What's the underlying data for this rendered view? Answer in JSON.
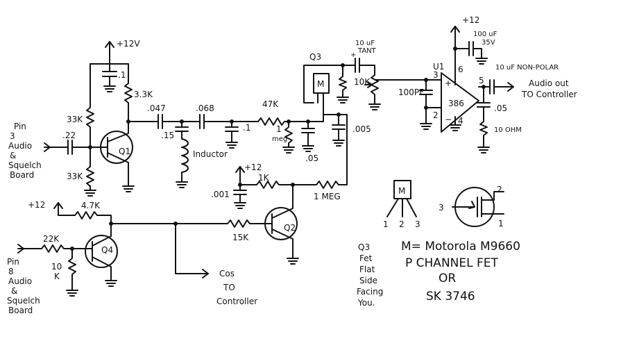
{
  "supply": {
    "plus12v": "+12V",
    "plus12": "+12",
    "plus12_q2": "+12",
    "plus12_u1": "+12"
  },
  "inputs": {
    "pin3": [
      "Pin",
      "3",
      "Audio",
      "&",
      "Squelch",
      "Board"
    ],
    "pin8": [
      "Pin",
      "8",
      "Audio",
      "&",
      "Squelch",
      "Board"
    ]
  },
  "components": {
    "c_01": ".1",
    "r_33k": "3.3K",
    "r_33k_top": "33K",
    "r_33k_bot": "33K",
    "c_22": ".22",
    "q1": "Q1",
    "c_047": ".047",
    "c_15": ".15",
    "inductor": "Inductor",
    "c_068": ".068",
    "c_01b": ".1",
    "r_47k": "47K",
    "r_1meg": "1",
    "r_1meg_b": "meg",
    "c_05": ".05",
    "c_005": ".005",
    "q3": "Q3",
    "q3_m": "M",
    "cap_tant": "10 uF",
    "cap_tant_b": "TANT",
    "pot_10k": "10K",
    "c_100pf": "100PF",
    "u1": "U1",
    "u1_part": "386",
    "cap_100uf": "100 uF",
    "cap_35v": "35V",
    "cap_nonpolar": "10 uF NON-POLAR",
    "c_05b": ".05",
    "r_10ohm": "10 OHM",
    "r_1k": "1K",
    "c_001": ".001",
    "r_1meg2": "1 MEG",
    "r_47k_q4": "4.7K",
    "r_22k": "22K",
    "r_10k_a": "10",
    "r_10k_b": "K",
    "q4": "Q4",
    "r_15k": "15K",
    "q2": "Q2"
  },
  "u1_pins": {
    "p3": "3",
    "p2": "2",
    "p6": "6",
    "p5": "5",
    "p4": "4"
  },
  "outputs": {
    "audio_out": [
      "Audio out",
      "TO Controller"
    ],
    "cos": [
      "Cos",
      "TO",
      "Controller"
    ]
  },
  "fet_pinout": {
    "m": "M",
    "p1": "1",
    "p2": "2",
    "p3": "3",
    "sym_p1": "1",
    "sym_p2": "2",
    "sym_p3": "3",
    "note": [
      "Q3",
      "Fet",
      "Flat",
      "Side",
      "Facing",
      "You."
    ]
  },
  "part_note": {
    "line1": "M= Motorola M9660",
    "line2": "P CHANNEL FET",
    "line3": "OR",
    "line4": "SK 3746"
  }
}
